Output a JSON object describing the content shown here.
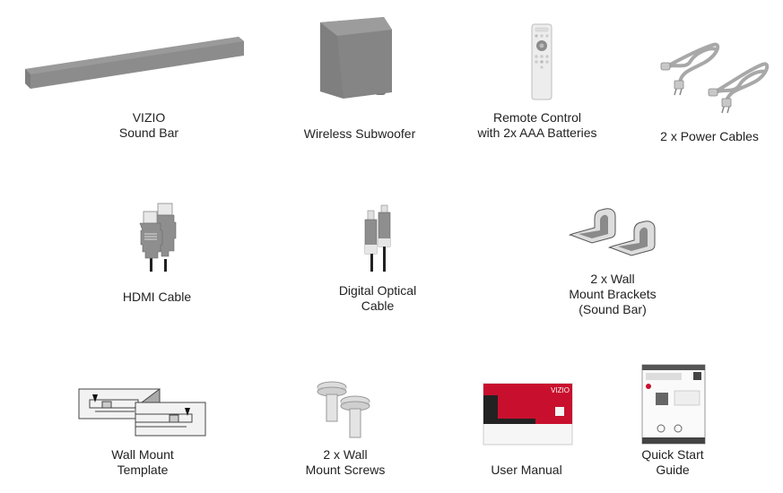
{
  "items": [
    {
      "id": "sound-bar",
      "lines": [
        "VIZIO",
        "Sound Bar"
      ]
    },
    {
      "id": "wireless-subwoofer",
      "lines": [
        "Wireless Subwoofer"
      ]
    },
    {
      "id": "remote-control",
      "lines": [
        "Remote Control",
        "with 2x AAA Batteries"
      ]
    },
    {
      "id": "power-cables",
      "lines": [
        "2 x Power Cables"
      ]
    },
    {
      "id": "hdmi-cable",
      "lines": [
        "HDMI Cable"
      ]
    },
    {
      "id": "digital-optical-cable",
      "lines": [
        "Digital Optical",
        "Cable"
      ]
    },
    {
      "id": "wall-mount-brackets",
      "lines": [
        "2 x Wall",
        "Mount Brackets",
        "(Sound Bar)"
      ]
    },
    {
      "id": "wall-mount-template",
      "lines": [
        "Wall Mount",
        "Template"
      ]
    },
    {
      "id": "wall-mount-screws",
      "lines": [
        "2 x Wall",
        "Mount Screws"
      ]
    },
    {
      "id": "user-manual",
      "lines": [
        "User Manual"
      ]
    },
    {
      "id": "quick-start-guide",
      "lines": [
        "Quick Start",
        "Guide"
      ]
    }
  ],
  "manual": {
    "brand": "VIZIO"
  },
  "colors": {
    "product_gray": "#8a8a8a",
    "manual_red": "#c8102e",
    "outline": "#555555"
  }
}
